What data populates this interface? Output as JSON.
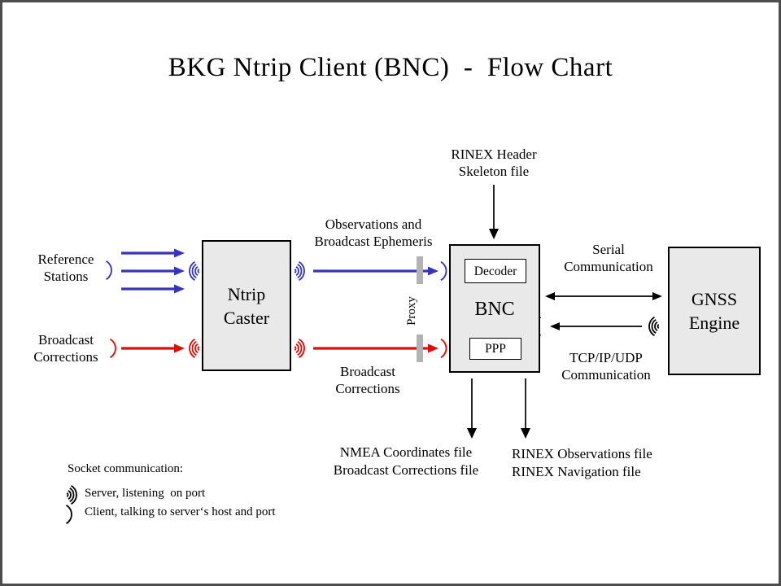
{
  "title": "BKG Ntrip Client (BNC)  -  Flow Chart",
  "boxes": {
    "ntrip_caster": "Ntrip\nCaster",
    "bnc": "BNC",
    "decoder": "Decoder",
    "ppp": "PPP",
    "gnss_engine": "GNSS\nEngine"
  },
  "labels": {
    "reference_stations": "Reference\nStations",
    "broadcast_corrections_source": "Broadcast\nCorrections",
    "observations_ephemeris": "Observations and\nBroadcast Ephemeris",
    "broadcast_corrections_stream": "Broadcast\nCorrections",
    "rinex_header_skeleton": "RINEX Header\nSkeleton file",
    "serial_communication": "Serial\nCommunication",
    "tcp_ip_udp_communication": "TCP/IP/UDP\nCommunication",
    "proxy": "Proxy",
    "nmea_output": "NMEA Coordinates file\nBroadcast Corrections file",
    "rinex_output": "RINEX Observations file\nRINEX Navigation file"
  },
  "legend": {
    "heading": "Socket communication:",
    "server_item": "Server, listening  on port",
    "client_item": "Client, talking to server‘s host and port"
  },
  "colors": {
    "blue": "#3634b8",
    "red": "#e00c0c",
    "box-fill": "#e9e9e9",
    "proxy-bar": "#b3b3b3",
    "frame": "#4d4d4d"
  }
}
